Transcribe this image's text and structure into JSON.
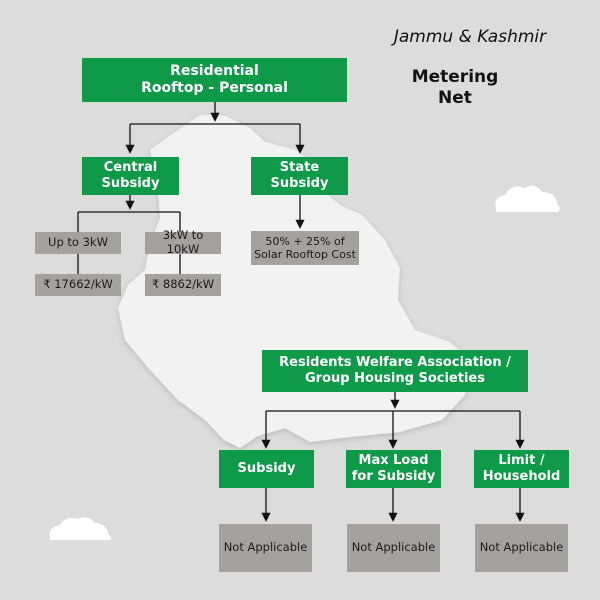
{
  "header": {
    "state": "Jammu & Kashmir",
    "metering_line1": "Metering",
    "metering_line2": "Net"
  },
  "residential": {
    "title_line1": "Residential",
    "title_line2": "Rooftop - Personal",
    "central": {
      "label_line1": "Central",
      "label_line2": "Subsidy",
      "slabs": [
        {
          "range": "Up to 3kW",
          "amount": "₹ 17662/kW"
        },
        {
          "range": "3kW to 10kW",
          "amount": "₹ 8862/kW"
        }
      ]
    },
    "state": {
      "label_line1": "State",
      "label_line2": "Subsidy",
      "value_line1": "50% + 25% of",
      "value_line2": "Solar Rooftop Cost"
    }
  },
  "rwa": {
    "title_line1": "Residents Welfare Association /",
    "title_line2": "Group Housing Societies",
    "items": [
      {
        "label_line1": "Subsidy",
        "label_line2": "",
        "value": "Not Applicable"
      },
      {
        "label_line1": "Max Load",
        "label_line2": "for Subsidy",
        "value": "Not Applicable"
      },
      {
        "label_line1": "Limit /",
        "label_line2": "Household",
        "value": "Not Applicable"
      }
    ]
  },
  "colors": {
    "green": "#0e9a48",
    "gray_box": "#a5a1a1",
    "background": "#dcdcdc",
    "map": "#f2f2f2"
  }
}
